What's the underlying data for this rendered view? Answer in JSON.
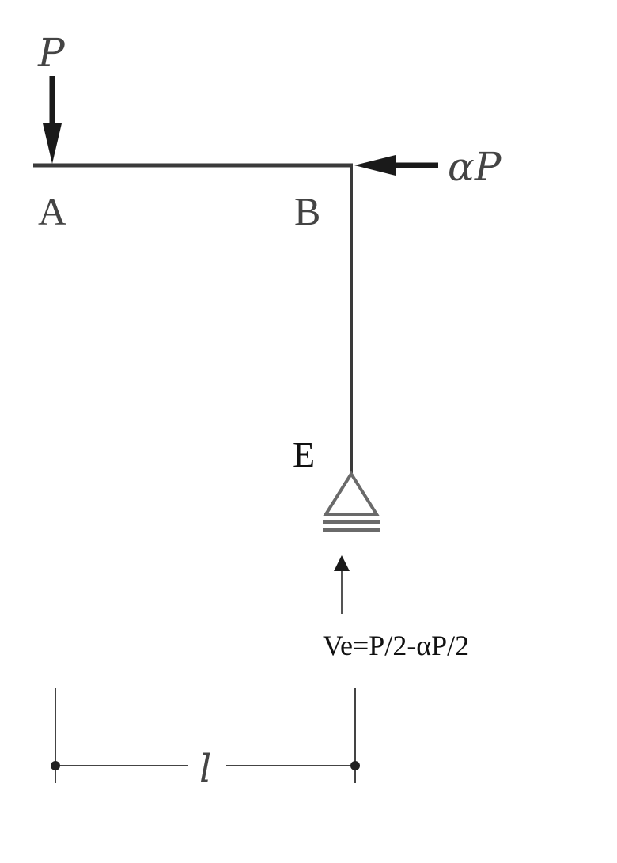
{
  "labels": {
    "load_p": "P",
    "load_alpha_p": "αP",
    "point_a": "A",
    "point_b": "B",
    "point_e": "E",
    "reaction": "Ve=P/2-αP/2",
    "span": "l"
  },
  "colors": {
    "member": "#3a3a3a",
    "load_arrow": "#1a1a1a",
    "support": "#6a6a6a",
    "label": "#444444",
    "label_dark": "#111111",
    "dimension": "#444444"
  }
}
